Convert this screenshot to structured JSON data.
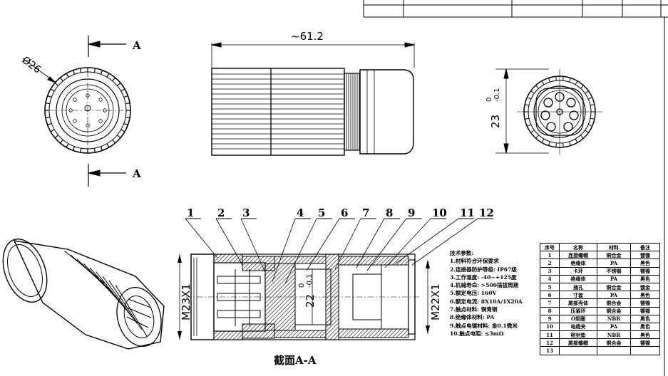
{
  "dimensions": {
    "diameter": "Ø26",
    "length": "~61.2",
    "height": "23",
    "height_tol_upper": "0",
    "height_tol_lower": "-0.1",
    "thread_left": "M23X1",
    "thread_right": "M22X1",
    "inner": "22",
    "inner_tol_upper": "0",
    "inner_tol_lower": "-0.1"
  },
  "section_marks": {
    "top": "A",
    "bottom": "A"
  },
  "section_caption": "截面A-A",
  "callouts": [
    "1",
    "2",
    "3",
    "4",
    "5",
    "6",
    "7",
    "8",
    "9",
    "10",
    "11",
    "12"
  ],
  "tech_notes": {
    "title": "技术参数:",
    "items": [
      "1.材料符合环保要求",
      "2.连接器防护等级: IP67级",
      "3.工作温度: -40~+125度",
      "4.机械寿命: >500插拔周期",
      "5.额定电压: 160V",
      "6.额定电流: 8X10A/1X20A",
      "7.触点材料: 铜青铜",
      "8.绝缘体材料: PA",
      "9.触点电镀材料: 金0.1微米",
      "10.触点电阻: ≤3mΩ"
    ]
  },
  "bom": {
    "headers": [
      "序号",
      "名称",
      "材料",
      "备注"
    ],
    "rows": [
      [
        "1",
        "连接螺帽",
        "铜合金",
        "镀镍"
      ],
      [
        "2",
        "绝缘体",
        "PA",
        "黑色"
      ],
      [
        "3",
        "卡环",
        "不锈钢",
        "镀镍"
      ],
      [
        "4",
        "绝缘体",
        "PA",
        "黑色"
      ],
      [
        "5",
        "插孔",
        "铜合金",
        "镀金"
      ],
      [
        "6",
        "寸套",
        "PA",
        "黑色"
      ],
      [
        "7",
        "尾部壳体",
        "铜合金",
        "镀镍"
      ],
      [
        "8",
        "压紧环",
        "铜合金",
        "镀镍"
      ],
      [
        "9",
        "O型圈",
        "NBR",
        "黑色"
      ],
      [
        "10",
        "电缆夹",
        "PA",
        "黑色"
      ],
      [
        "11",
        "密封垫",
        "NBR",
        "黑色"
      ],
      [
        "12",
        "尾部螺帽",
        "铜合金",
        "镀镍"
      ],
      [
        "13",
        "",
        "",
        ""
      ]
    ]
  }
}
